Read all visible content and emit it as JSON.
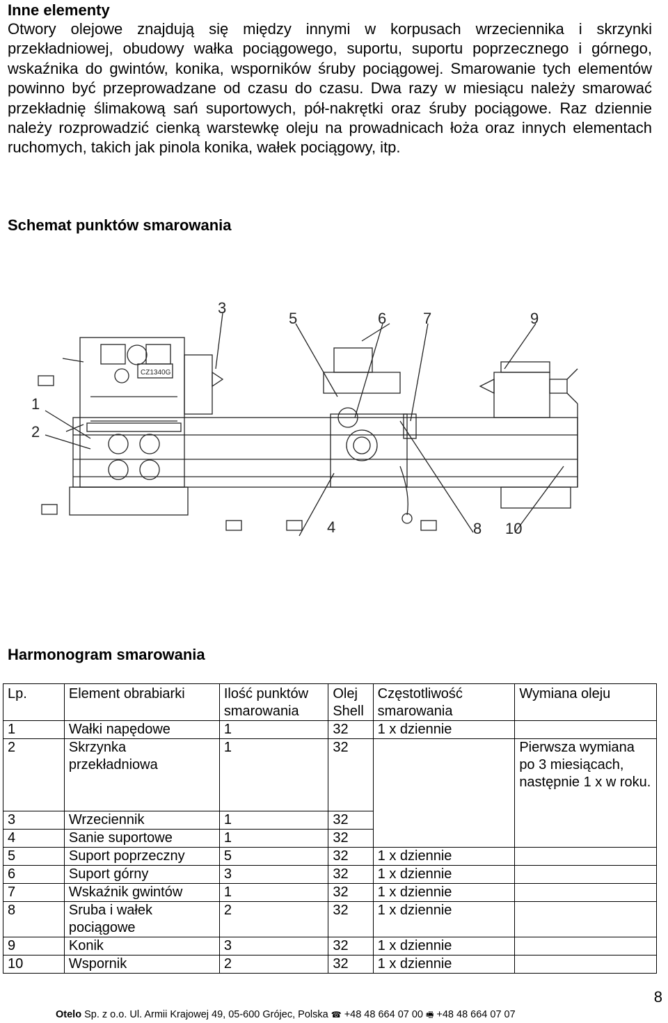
{
  "sections": {
    "inne_title": "Inne elementy",
    "intro_text": "Otwory olejowe znajdują się między innymi w korpusach wrzeciennika i skrzynki przekładniowej, obudowy wałka pociągowego, suportu, suportu poprzecznego i górnego, wskaźnika do gwintów, konika, wsporników śruby pociągowej. Smarowanie tych elementów powinno być przeprowadzane od czasu do czasu. Dwa razy w miesiącu należy smarować przekładnię ślimakową sań suportowych, pół-nakrętki oraz śruby pociągowe. Raz dziennie należy rozprowadzić cienką warstewkę oleju na prowadnicach łoża oraz innych elementach ruchomych, takich jak pinola konika, wałek pociągowy, itp.",
    "schemat_title": "Schemat punktów smarowania",
    "harmonogram_title": "Harmonogram smarowania"
  },
  "diagram": {
    "plate_label": "CZ1340G",
    "callouts": [
      "1",
      "2",
      "3",
      "4",
      "5",
      "6",
      "7",
      "8",
      "9",
      "10"
    ]
  },
  "table": {
    "headers": {
      "lp": "Lp.",
      "element": "Element obrabiarki",
      "ilosc": "Ilość punktów smarowania",
      "olej": "Olej Shell",
      "czestotliwosc": "Częstotliwość smarowania",
      "wymiana": "Wymiana oleju"
    },
    "rows": [
      {
        "lp": "1",
        "element": "Wałki napędowe",
        "ilosc": "1",
        "olej": "32",
        "freq": "1 x dziennie"
      },
      {
        "lp": "2",
        "element": "Skrzynka przekładniowa",
        "ilosc": "1",
        "olej": "32",
        "freq": ""
      },
      {
        "lp": "3",
        "element": "Wrzeciennik",
        "ilosc": "1",
        "olej": "32",
        "freq": ""
      },
      {
        "lp": "4",
        "element": "Sanie suportowe",
        "ilosc": "1",
        "olej": "32",
        "freq": ""
      },
      {
        "lp": "5",
        "element": "Suport poprzeczny",
        "ilosc": "5",
        "olej": "32",
        "freq": "1 x dziennie"
      },
      {
        "lp": "6",
        "element": "Suport górny",
        "ilosc": "3",
        "olej": "32",
        "freq": "1 x dziennie"
      },
      {
        "lp": "7",
        "element": "Wskaźnik gwintów",
        "ilosc": "1",
        "olej": "32",
        "freq": "1 x dziennie"
      },
      {
        "lp": "8",
        "element": "Sruba i wałek pociągowe",
        "ilosc": "2",
        "olej": "32",
        "freq": "1 x dziennie"
      },
      {
        "lp": "9",
        "element": "Konik",
        "ilosc": "3",
        "olej": "32",
        "freq": "1 x dziennie"
      },
      {
        "lp": "10",
        "element": "Wspornik",
        "ilosc": "2",
        "olej": "32",
        "freq": "1 x dziennie"
      }
    ],
    "oil_change_note": "Pierwsza wymiana po 3 miesiącach, następnie 1 x w roku."
  },
  "page_number": "8",
  "footer": {
    "company": "Otelo",
    "address": "Sp. z o.o. Ul. Armii Krajowej 49, 05-600 Grójec, Polska",
    "phone_icon": "phone-icon",
    "phone": "+48 48 664 07 00",
    "fax_icon": "fax-icon",
    "fax": "+48 48 664 07 07"
  }
}
